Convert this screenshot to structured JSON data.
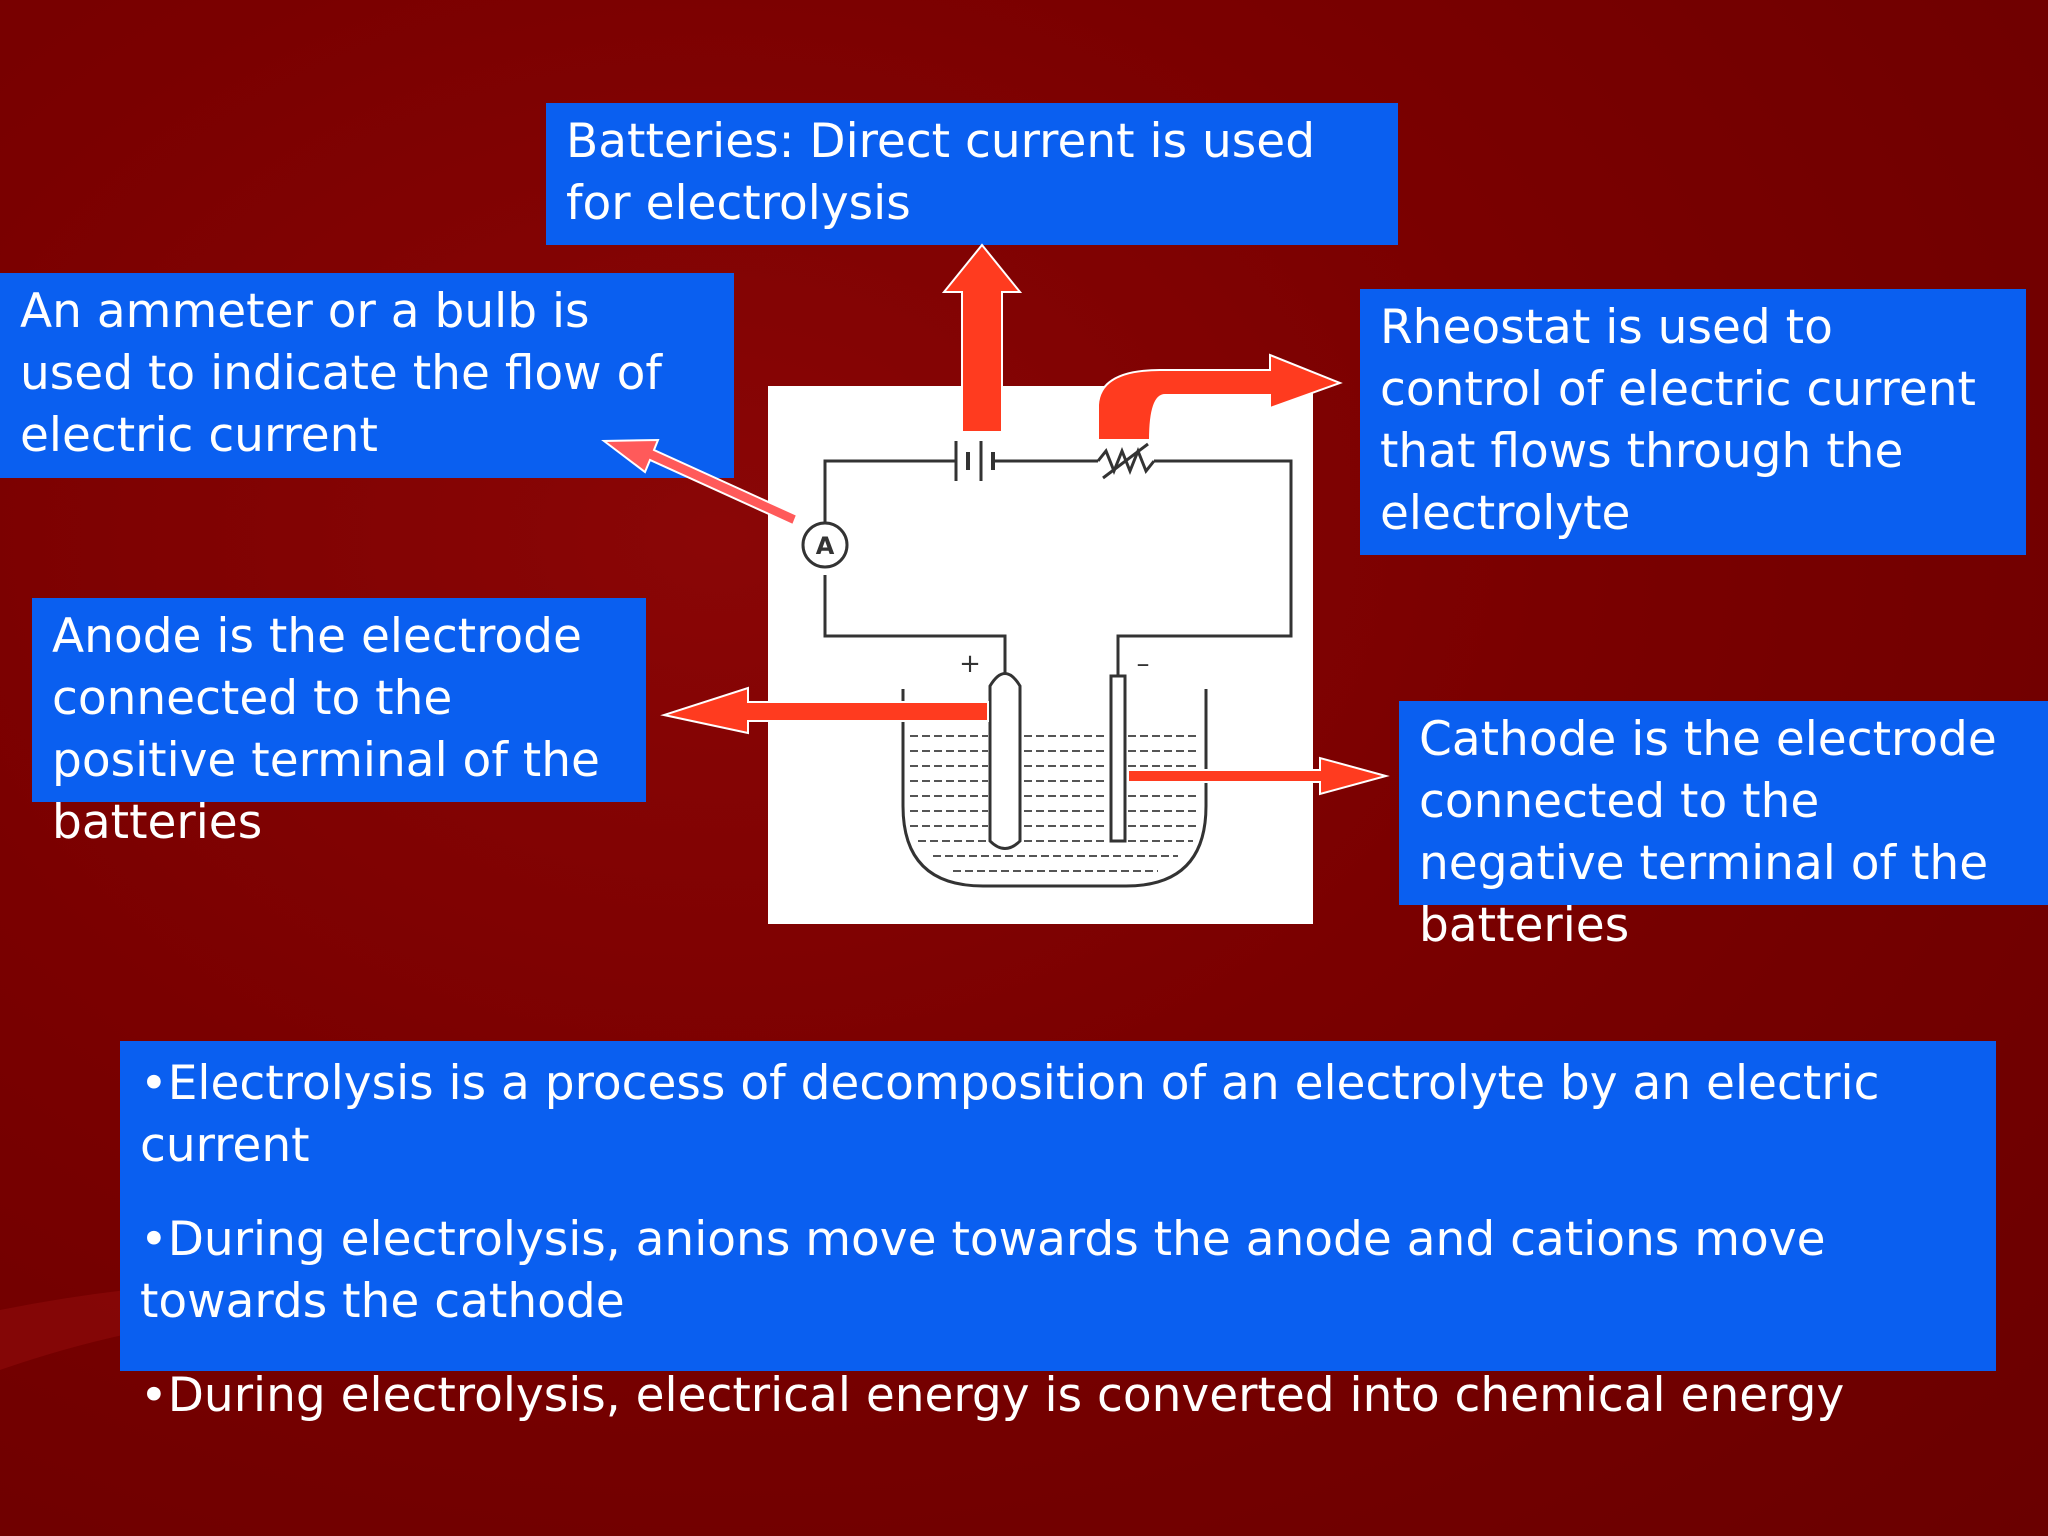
{
  "callouts": {
    "batteries": "Batteries: Direct current is used for electrolysis",
    "ammeter": "An ammeter or a bulb is used to indicate the flow of electric current",
    "rheostat": "Rheostat is used to control of electric current that flows through the electrolyte",
    "anode": "Anode is the electrode connected to the positive terminal of the batteries",
    "cathode": "Cathode is the electrode connected to the negative terminal of the batteries"
  },
  "summary": [
    "•Electrolysis is a process of decomposition of an electrolyte by an electric current",
    "•During electrolysis, anions move towards the anode and cations move towards the cathode",
    "•During electrolysis, electrical energy is converted into chemical energy"
  ],
  "circuit": {
    "ammeter_symbol": "A",
    "positive_sign": "+",
    "negative_sign": "–"
  },
  "colors": {
    "background": "#7a0000",
    "callout_fill": "#0a5ff0",
    "arrow": "#ff3b1f"
  }
}
